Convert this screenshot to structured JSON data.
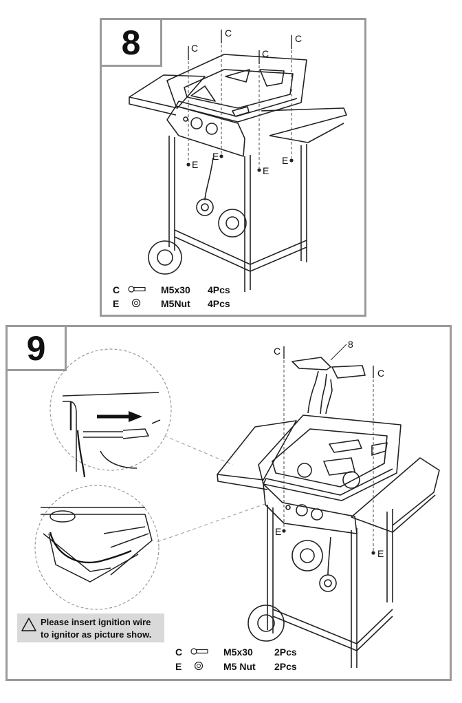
{
  "step8": {
    "number": "8",
    "labels": {
      "c": "C",
      "e": "E"
    },
    "parts": [
      {
        "letter": "C",
        "icon": "screw-icon",
        "size": "M5x30",
        "qty": "4Pcs"
      },
      {
        "letter": "E",
        "icon": "nut-icon",
        "size": "M5Nut",
        "qty": "4Pcs"
      }
    ]
  },
  "step9": {
    "number": "9",
    "burner_label": "8",
    "labels": {
      "c": "C",
      "e": "E"
    },
    "note": "Please insert ignition wire to ignitor as picture show.",
    "parts": [
      {
        "letter": "C",
        "icon": "screw-icon",
        "size": "M5x30",
        "qty": "2Pcs"
      },
      {
        "letter": "E",
        "icon": "nut-icon",
        "size": "M5 Nut",
        "qty": "2Pcs"
      }
    ]
  },
  "colors": {
    "frame": "#9a9a9a",
    "note_bg": "#d9d9d9",
    "line": "#222222"
  }
}
